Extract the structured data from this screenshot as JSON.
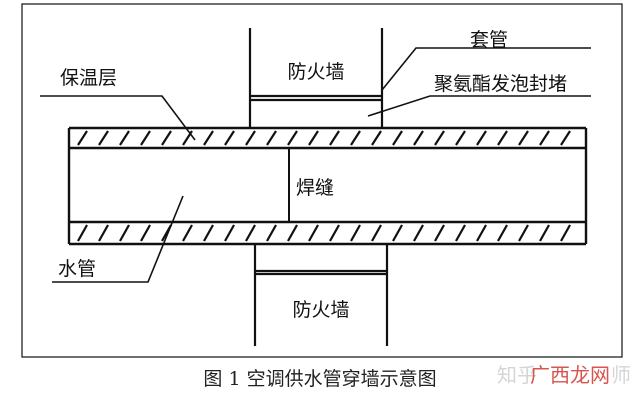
{
  "labels": {
    "fire_wall_top": "防火墙",
    "fire_wall_bottom": "防火墙",
    "sleeve": "套管",
    "insulation": "保温层",
    "foam_seal": "聚氨酯发泡封堵",
    "weld_seam": "焊缝",
    "water_pipe": "水管"
  },
  "caption": "图 1 空调供水管穿墙示意图",
  "watermark": {
    "prefix": "知乎",
    "brand": "广西龙网",
    "suffix": "师"
  },
  "colors": {
    "line": "#111111",
    "watermark_brand": "#d9534f",
    "watermark_muted": "#c8c8c8"
  }
}
